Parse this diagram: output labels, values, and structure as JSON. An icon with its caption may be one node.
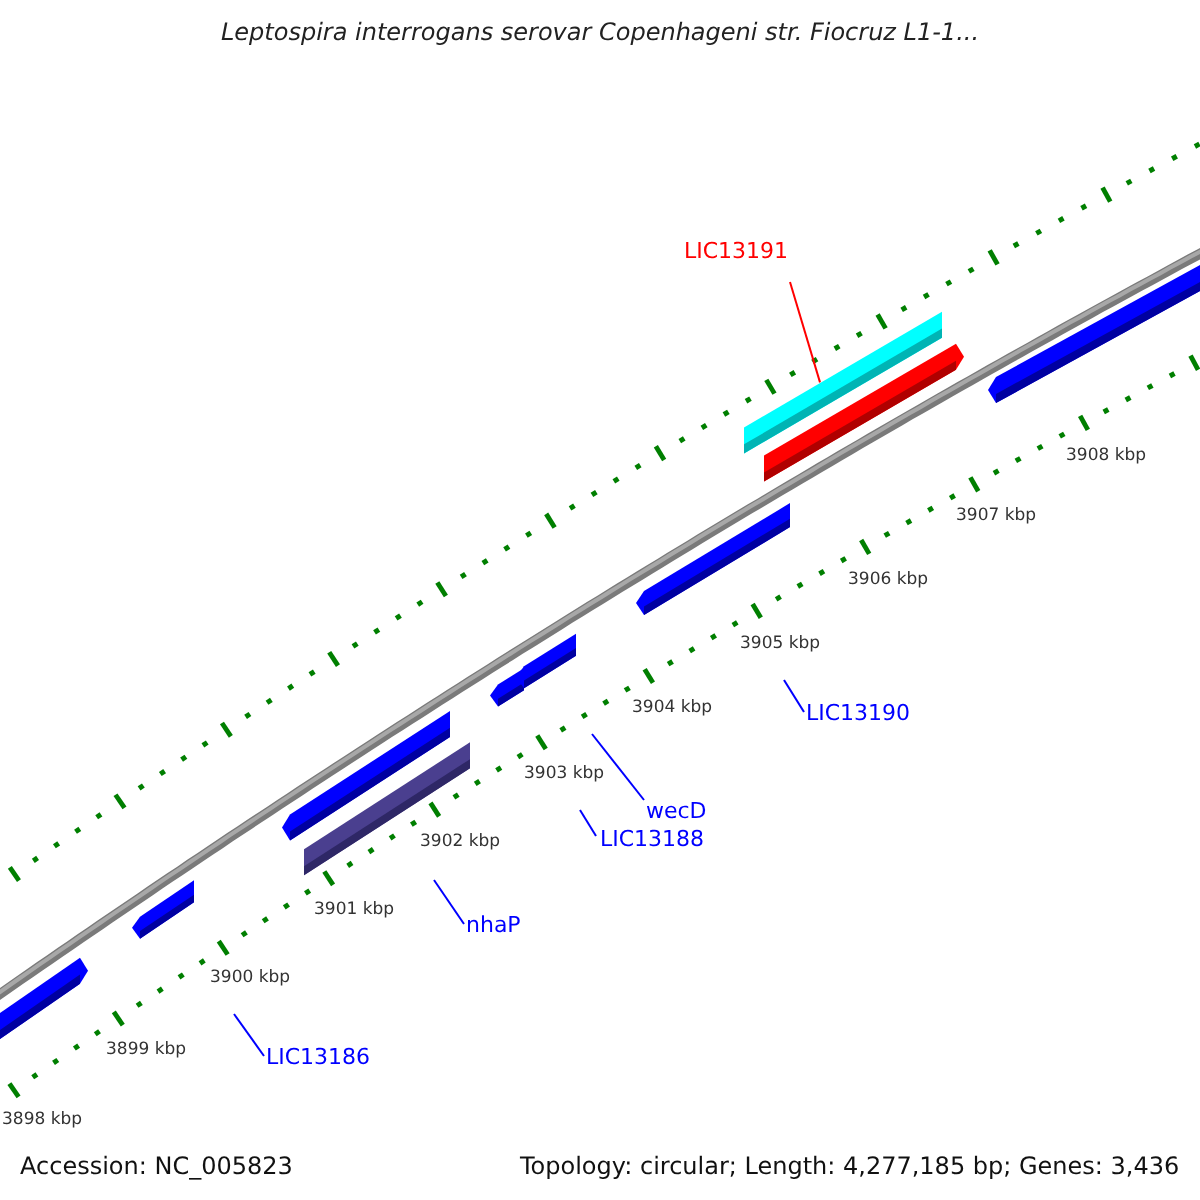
{
  "diagram": {
    "title": "Leptospira interrogans serovar Copenhageni str. Fiocruz L1-1...",
    "nodes": [
      {
        "text": [
          "LIC13191"
        ]
      },
      {
        "text": [],
        "shape": "bar"
      },
      {
        "text": [
          "LIC13190"
        ]
      },
      {
        "text": [
          "wecD"
        ]
      },
      {
        "text": [
          "LIC13188"
        ]
      },
      {
        "text": [
          "nhaP"
        ]
      },
      {
        "text": [
          "LIC13186"
        ]
      }
    ],
    "edges": [
      {
        "from": 0,
        "to": 1,
        "arrow": "none",
        "color": "#ff0000"
      },
      {
        "from": 2,
        "to": null,
        "arrow": "none"
      },
      {
        "from": 3,
        "to": null,
        "arrow": "none"
      },
      {
        "from": 4,
        "to": null,
        "arrow": "none"
      },
      {
        "from": 5,
        "to": null,
        "arrow": "none"
      },
      {
        "from": 6,
        "to": null,
        "arrow": "none"
      }
    ],
    "labels": [
      "3908 kbp",
      "3907 kbp",
      "3906 kbp",
      "3905 kbp",
      "3904 kbp",
      "3903 kbp",
      "3902 kbp",
      "3901 kbp",
      "3900 kbp",
      "3899 kbp",
      "3898 kbp",
      "Accession: NC_005823",
      "Topology: circular; Length: 4,277,185 bp; Genes: 3,436"
    ]
  }
}
